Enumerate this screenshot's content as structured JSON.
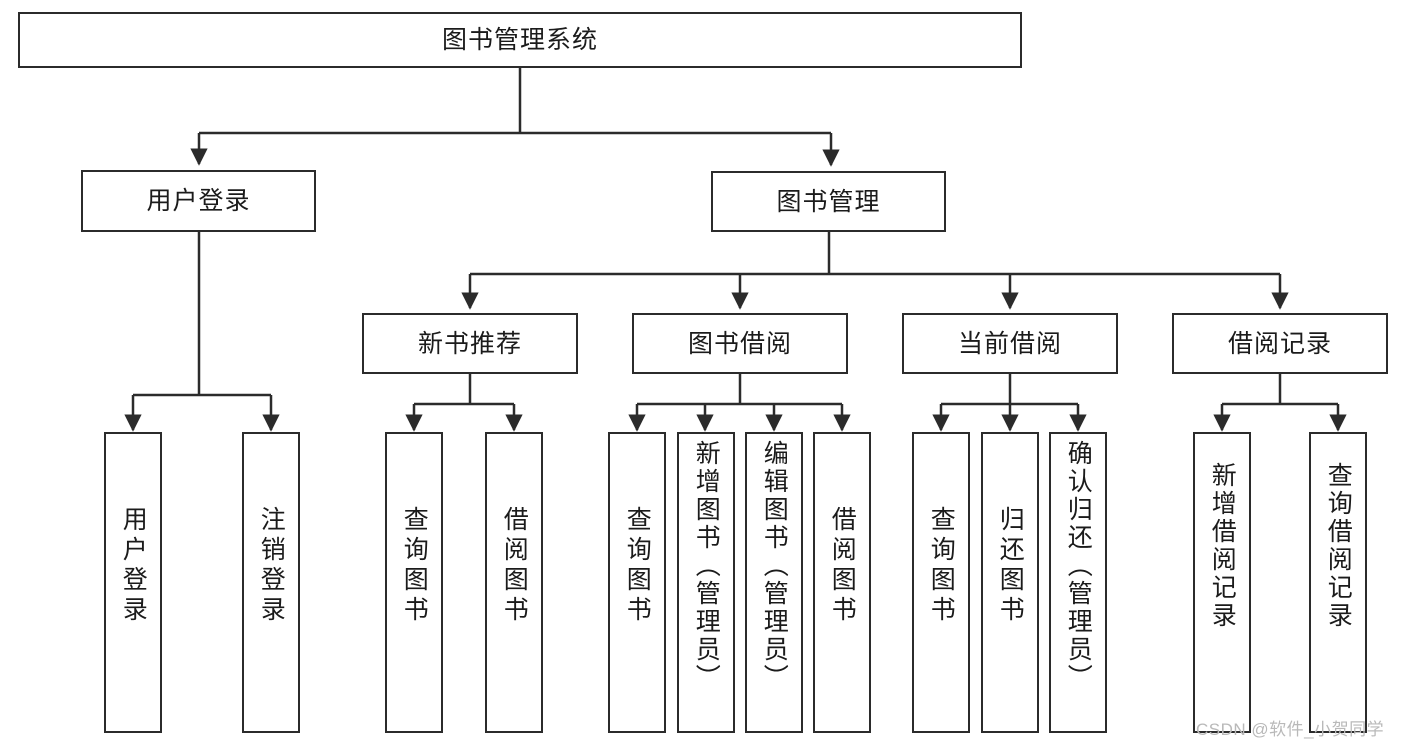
{
  "diagram": {
    "type": "tree",
    "title": "图书管理系统",
    "orientation": "top-down",
    "levels": 4,
    "nodes": {
      "root": {
        "label": "图书管理系统"
      },
      "level2": [
        {
          "id": "user-login",
          "label": "用户登录"
        },
        {
          "id": "book-management",
          "label": "图书管理"
        }
      ],
      "level3": [
        {
          "id": "new-book-recommend",
          "label": "新书推荐"
        },
        {
          "id": "book-borrow",
          "label": "图书借阅"
        },
        {
          "id": "current-borrow",
          "label": "当前借阅"
        },
        {
          "id": "borrow-record",
          "label": "借阅记录"
        }
      ],
      "leaves": [
        {
          "id": "leaf-user-login",
          "label": "用户登录",
          "parent": "user-login"
        },
        {
          "id": "leaf-user-logout",
          "label": "注销登录",
          "parent": "user-login"
        },
        {
          "id": "leaf-query-book-1",
          "label": "查询图书",
          "parent": "new-book-recommend"
        },
        {
          "id": "leaf-borrow-book-1",
          "label": "借阅图书",
          "parent": "new-book-recommend"
        },
        {
          "id": "leaf-query-book-2",
          "label": "查询图书",
          "parent": "book-borrow"
        },
        {
          "id": "leaf-add-book",
          "label": "新增图书（管理员）",
          "parent": "book-borrow"
        },
        {
          "id": "leaf-edit-book",
          "label": "编辑图书（管理员）",
          "parent": "book-borrow"
        },
        {
          "id": "leaf-borrow-book-2",
          "label": "借阅图书",
          "parent": "book-borrow"
        },
        {
          "id": "leaf-query-book-3",
          "label": "查询图书",
          "parent": "current-borrow"
        },
        {
          "id": "leaf-return-book",
          "label": "归还图书",
          "parent": "current-borrow"
        },
        {
          "id": "leaf-confirm-return",
          "label": "确认归还（管理员）",
          "parent": "current-borrow"
        },
        {
          "id": "leaf-add-record",
          "label": "新增借阅记录",
          "parent": "borrow-record"
        },
        {
          "id": "leaf-query-record",
          "label": "查询借阅记录",
          "parent": "borrow-record"
        }
      ]
    },
    "colors": {
      "stroke": "#2b2b2b",
      "fill": "#ffffff",
      "text": "#1b1b1b",
      "watermark": "#b9b9b9"
    }
  },
  "watermark": {
    "text": "CSDN @软件_小贺同学"
  }
}
